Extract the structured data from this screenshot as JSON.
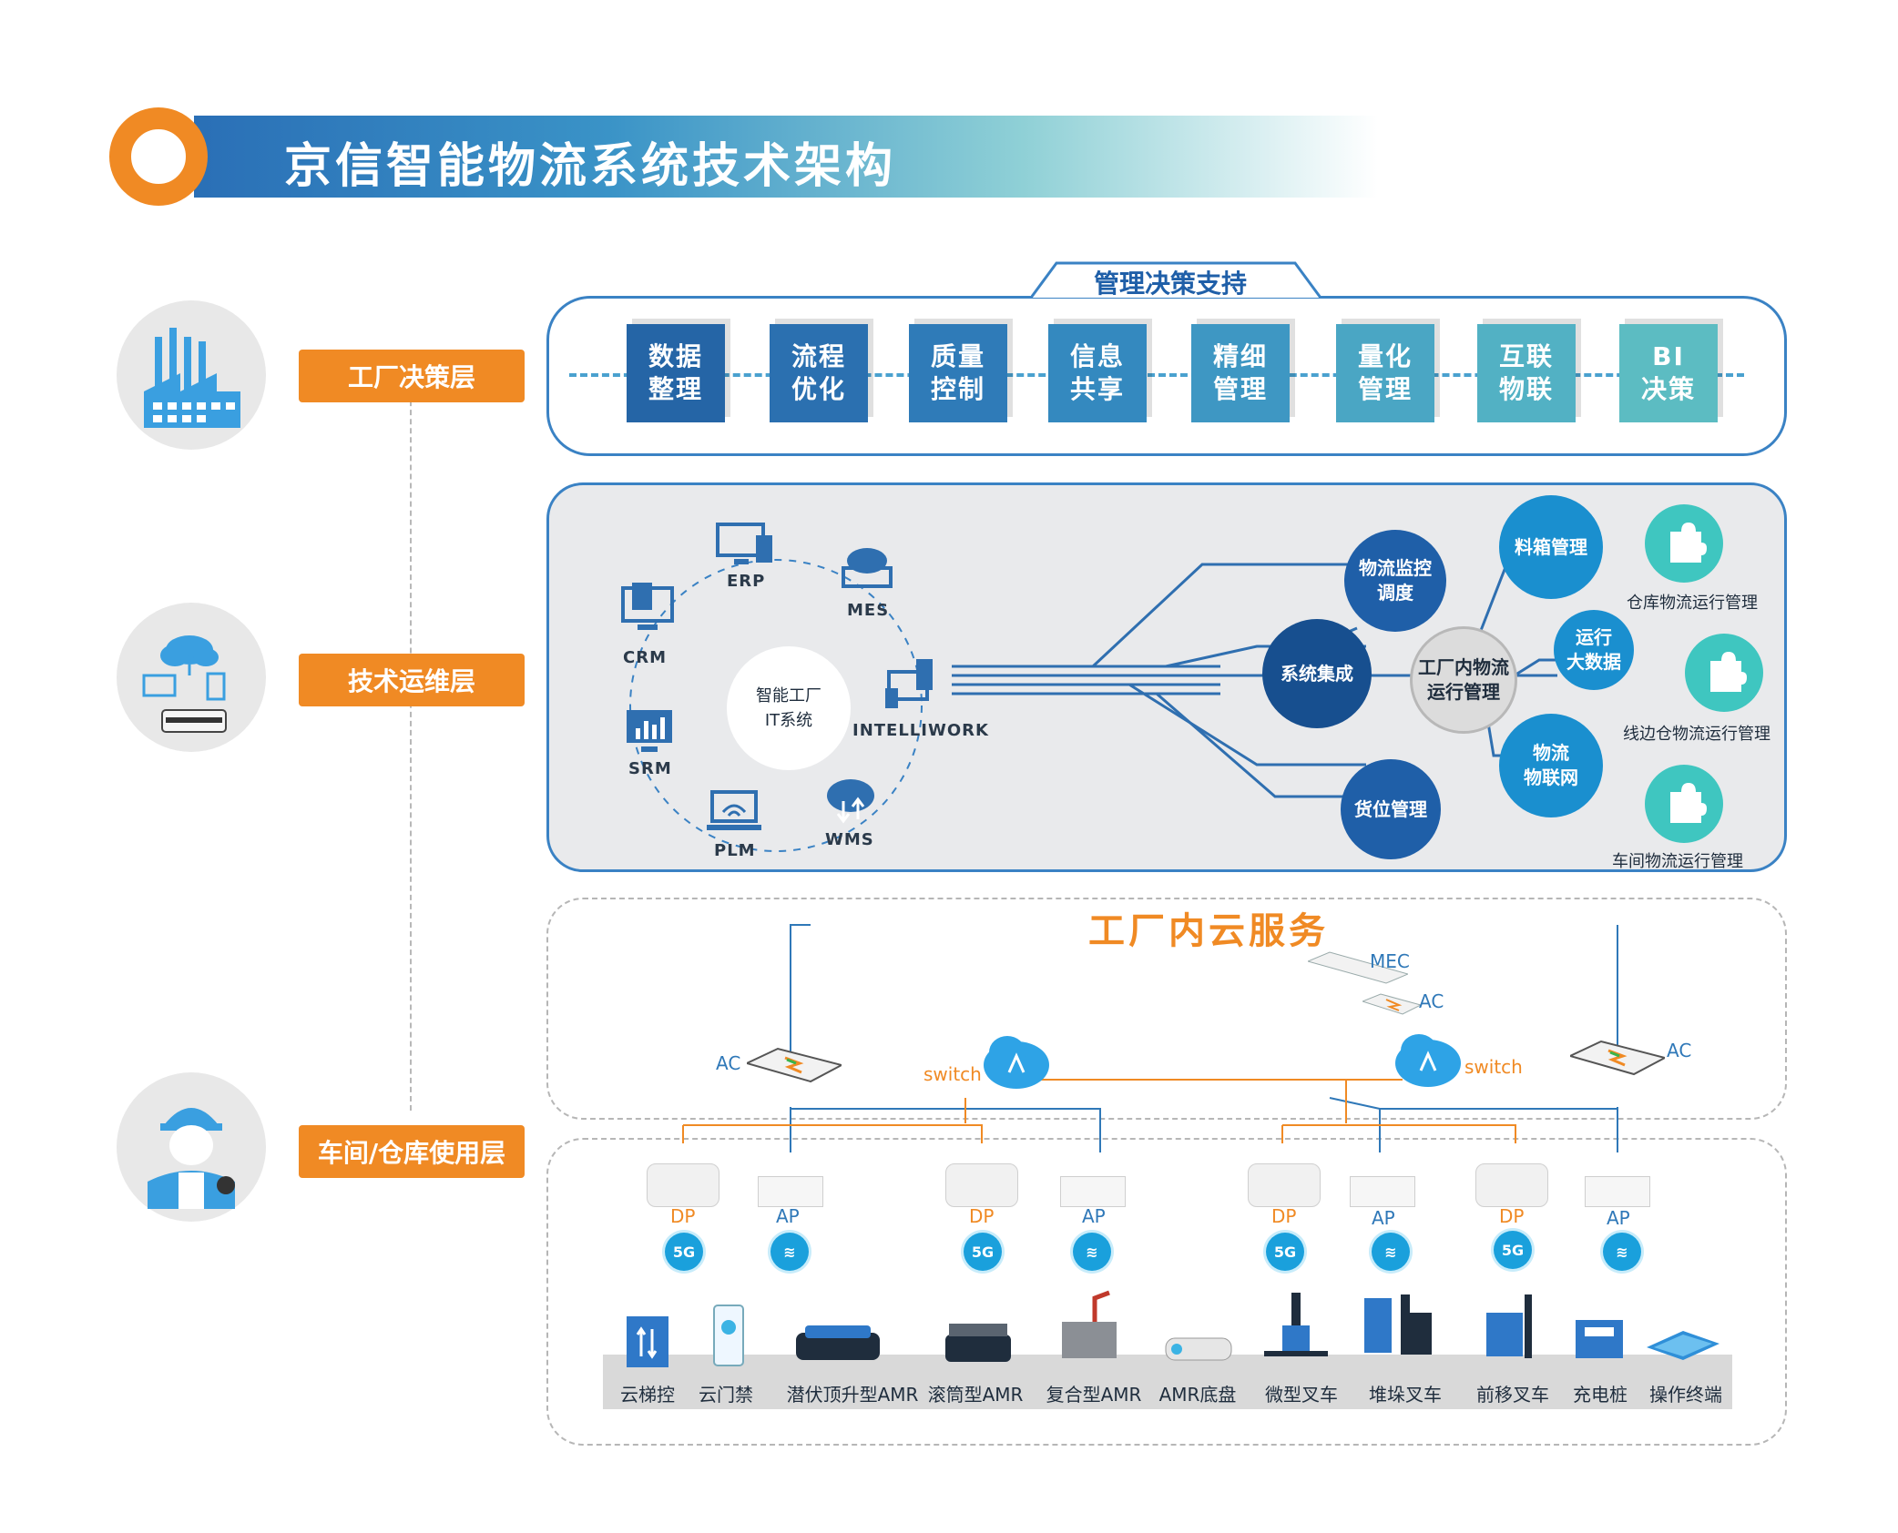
{
  "title": "京信智能物流系统技术架构",
  "layers": {
    "decision": "工厂决策层",
    "tech": "技术运维层",
    "usage": "车间/仓库使用层"
  },
  "decision_panel": {
    "title": "管理决策支持",
    "items": [
      {
        "line1": "数据",
        "line2": "整理",
        "color": "#2565a6"
      },
      {
        "line1": "流程",
        "line2": "优化",
        "color": "#2b70b0"
      },
      {
        "line1": "质量",
        "line2": "控制",
        "color": "#2f7bb8"
      },
      {
        "line1": "信息",
        "line2": "共享",
        "color": "#3489bf"
      },
      {
        "line1": "精细",
        "line2": "管理",
        "color": "#3e97c3"
      },
      {
        "line1": "量化",
        "line2": "管理",
        "color": "#4aa6c4"
      },
      {
        "line1": "互联",
        "line2": "物联",
        "color": "#52b1c4"
      },
      {
        "line1": "BI",
        "line2": "决策",
        "color": "#5cbcc2"
      }
    ]
  },
  "tech_panel": {
    "center": {
      "line1": "智能工厂",
      "line2": "IT系统"
    },
    "systems": [
      "ERP",
      "MES",
      "INTELLIWORK",
      "WMS",
      "PLM",
      "SRM",
      "CRM"
    ],
    "bubbles": {
      "monitor": {
        "line1": "物流监控",
        "line2": "调度"
      },
      "integration": "系统集成",
      "core": {
        "line1": "工厂内物流",
        "line2": "运行管理"
      },
      "bin": "料箱管理",
      "bigdata": {
        "line1": "运行",
        "line2": "大数据"
      },
      "iot": {
        "line1": "物流",
        "line2": "物联网"
      },
      "location": "货位管理"
    },
    "puzzles": [
      "仓库物流运行管理",
      "线边仓物流运行管理",
      "车间物流运行管理"
    ]
  },
  "cloud": {
    "title": "工厂内云服务",
    "mec": "MEC",
    "ac": "AC",
    "switch": "switch",
    "dp": "DP",
    "ap": "AP",
    "badge_5g": "5G"
  },
  "devices": [
    "云梯控",
    "云门禁",
    "潜伏顶升型AMR",
    "滚筒型AMR",
    "复合型AMR",
    "AMR底盘",
    "微型叉车",
    "堆垛叉车",
    "前移叉车",
    "充电桩",
    "操作终端"
  ]
}
